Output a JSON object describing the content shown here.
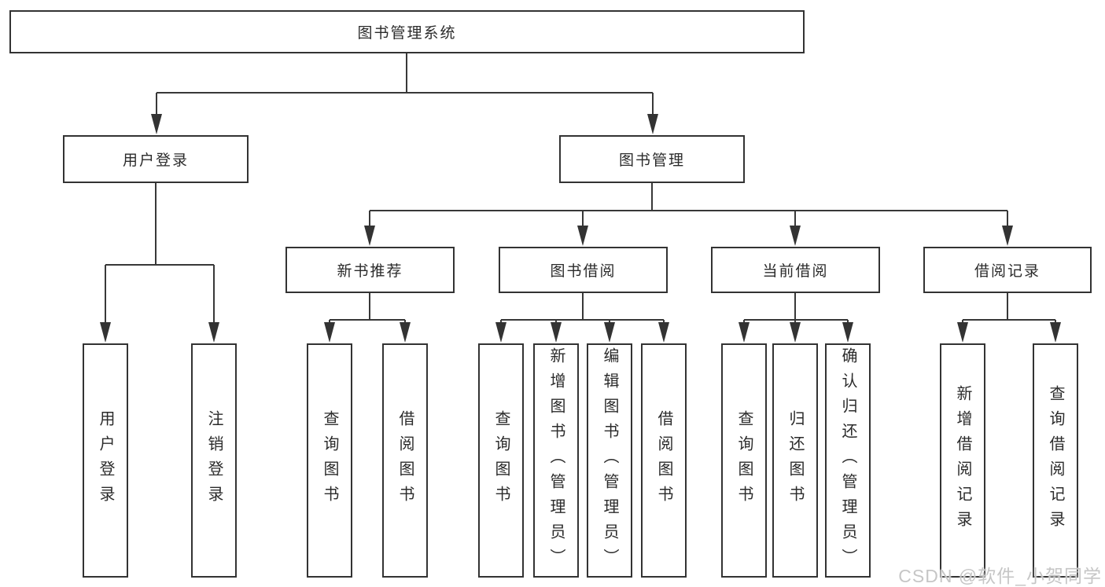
{
  "diagram": {
    "root": {
      "label": "图书管理系统"
    },
    "user_login": {
      "label": "用户登录",
      "children": [
        {
          "label": "用户登录"
        },
        {
          "label": "注销登录"
        }
      ]
    },
    "book_management": {
      "label": "图书管理",
      "groups": [
        {
          "label": "新书推荐",
          "children": [
            {
              "label": "查询图书"
            },
            {
              "label": "借阅图书"
            }
          ]
        },
        {
          "label": "图书借阅",
          "children": [
            {
              "label": "查询图书"
            },
            {
              "label": "新增图书（管理员）"
            },
            {
              "label": "编辑图书（管理员）"
            },
            {
              "label": "借阅图书"
            }
          ]
        },
        {
          "label": "当前借阅",
          "children": [
            {
              "label": "查询图书"
            },
            {
              "label": "归还图书"
            },
            {
              "label": "确认归还（管理员）"
            }
          ]
        },
        {
          "label": "借阅记录",
          "children": [
            {
              "label": "新增借阅记录"
            },
            {
              "label": "查询借阅记录"
            }
          ]
        }
      ]
    }
  },
  "watermark": {
    "text": "CSDN @软件_小贺同学"
  },
  "colors": {
    "line": "#383838",
    "box_border": "#333333",
    "text": "#2b2b2b",
    "background": "#ffffff",
    "watermark": "#c6c6c6"
  }
}
